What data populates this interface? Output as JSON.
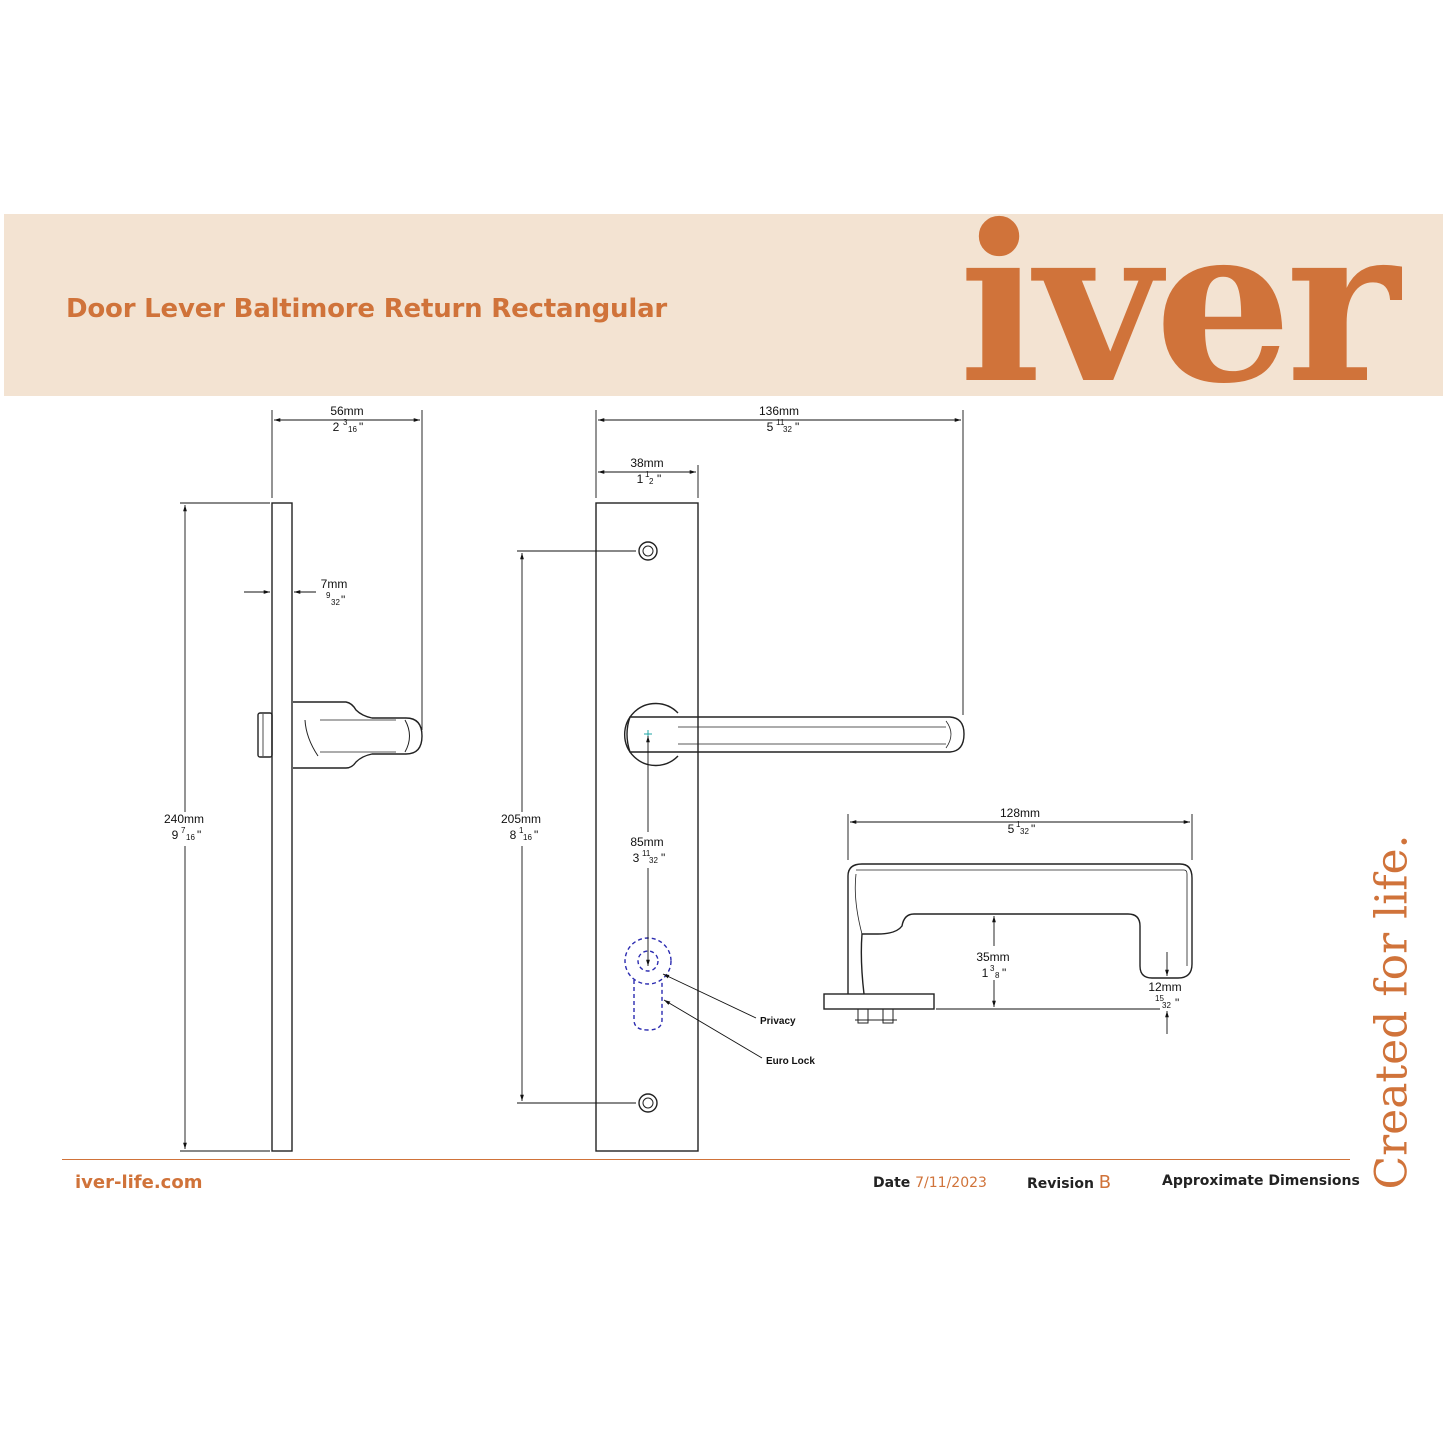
{
  "header": {
    "title": "Door Lever Baltimore Return Rectangular",
    "logo": "iver"
  },
  "tagline": "Created for life.",
  "footer": {
    "website": "iver-life.com",
    "date_label": "Date",
    "date_value": "7/11/2023",
    "revision_label": "Revision",
    "revision_value": "B",
    "note": "Approximate Dimensions"
  },
  "dimensions": {
    "side_projection": {
      "mm": "56mm",
      "in_whole": "2",
      "in_num": "3",
      "in_den": "16"
    },
    "plate_thickness": {
      "mm": "7mm",
      "in_whole": "",
      "in_num": "9",
      "in_den": "32"
    },
    "overall_height": {
      "mm": "240mm",
      "in_whole": "9",
      "in_num": "7",
      "in_den": "16"
    },
    "lever_length": {
      "mm": "136mm",
      "in_whole": "5",
      "in_num": "11",
      "in_den": "32"
    },
    "plate_width": {
      "mm": "38mm",
      "in_whole": "1",
      "in_num": "1",
      "in_den": "2"
    },
    "screw_centres": {
      "mm": "205mm",
      "in_whole": "8",
      "in_num": "1",
      "in_den": "16"
    },
    "backset": {
      "mm": "85mm",
      "in_whole": "3",
      "in_num": "11",
      "in_den": "32"
    },
    "grip_length": {
      "mm": "128mm",
      "in_whole": "5",
      "in_num": "1",
      "in_den": "32"
    },
    "grip_clearance": {
      "mm": "35mm",
      "in_whole": "1",
      "in_num": "3",
      "in_den": "8"
    },
    "return_depth": {
      "mm": "12mm",
      "in_whole": "",
      "in_num": "15",
      "in_den": "32"
    }
  },
  "callouts": {
    "privacy": "Privacy",
    "euro_lock": "Euro Lock"
  },
  "colors": {
    "brand": "#d0733a",
    "header_bg": "#f3e3d2",
    "lock_outline": "#2b2bb0"
  }
}
